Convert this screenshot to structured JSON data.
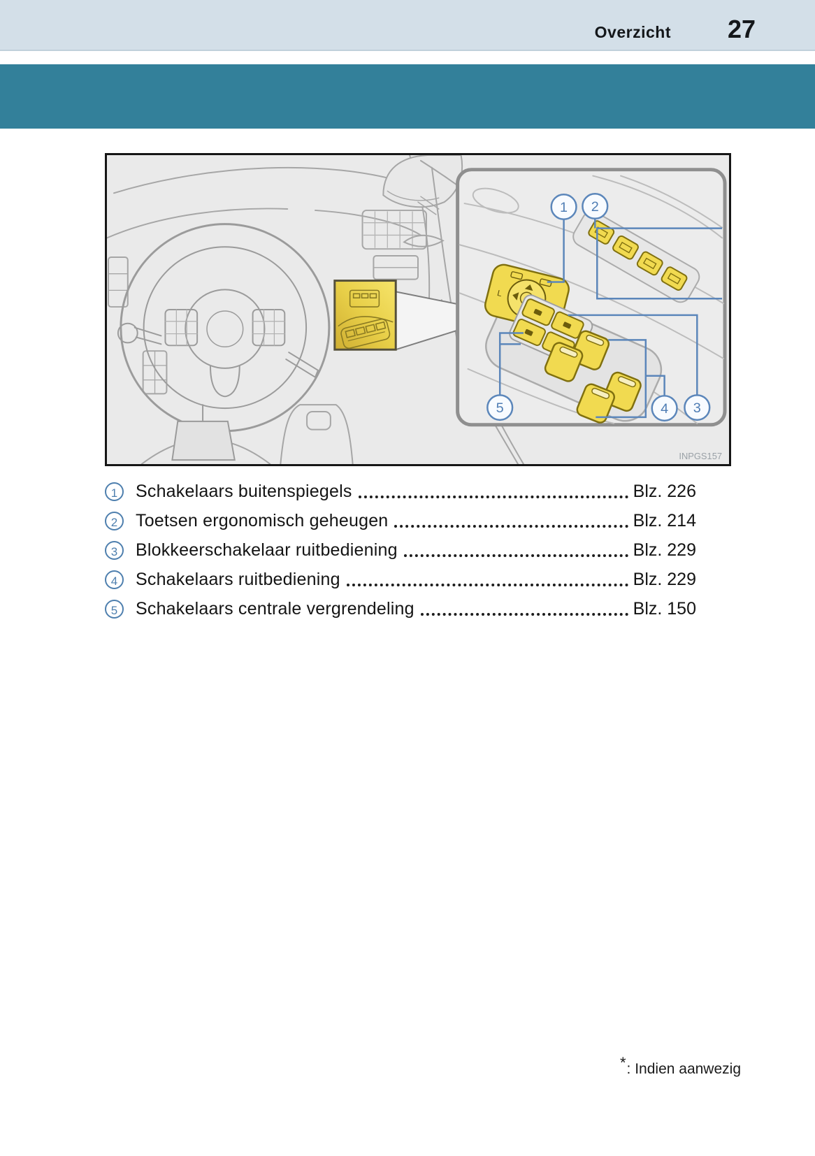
{
  "header": {
    "section_title": "Overzicht",
    "page_number": "27"
  },
  "figure": {
    "code": "INPGS157",
    "callouts": [
      "1",
      "2",
      "3",
      "4",
      "5"
    ]
  },
  "legend": {
    "items": [
      {
        "num": "1",
        "label": "Schakelaars buitenspiegels",
        "page": "Blz. 226"
      },
      {
        "num": "2",
        "label": "Toetsen ergonomisch geheugen",
        "page": "Blz. 214"
      },
      {
        "num": "3",
        "label": "Blokkeerschakelaar ruitbediening",
        "page": "Blz. 229"
      },
      {
        "num": "4",
        "label": "Schakelaars ruitbediening",
        "page": "Blz. 229"
      },
      {
        "num": "5",
        "label": "Schakelaars centrale vergrendeling",
        "page": "Blz. 150"
      }
    ]
  },
  "footnote": {
    "marker": "*",
    "text": ": Indien aanwezig"
  },
  "colors": {
    "header_band": "#d3dfe8",
    "teal_band": "#33809a",
    "callout_blue": "#4e7fae",
    "switch_yellow": "#f1da50"
  }
}
